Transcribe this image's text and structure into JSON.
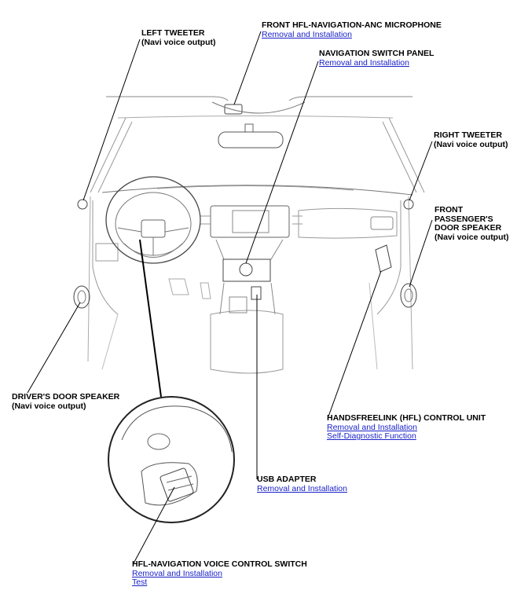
{
  "labels": {
    "left_tweeter": {
      "title": "LEFT TWEETER",
      "sub": "(Navi voice output)"
    },
    "microphone": {
      "title": "FRONT HFL-NAVIGATION-ANC MICROPHONE",
      "link1": "Removal and Installation"
    },
    "nav_switch": {
      "title": "NAVIGATION SWITCH PANEL",
      "link1": "Removal and Installation"
    },
    "right_tweeter": {
      "title": "RIGHT TWEETER",
      "sub": "(Navi voice output)"
    },
    "passenger_speaker": {
      "title1": "FRONT",
      "title2": "PASSENGER'S",
      "title3": "DOOR SPEAKER",
      "sub": "(Navi voice output)"
    },
    "driver_speaker": {
      "title": "DRIVER'S DOOR SPEAKER",
      "sub": "(Navi voice output)"
    },
    "hfl_unit": {
      "title": "HANDSFREELINK (HFL) CONTROL UNIT",
      "link1": "Removal and Installation",
      "link2": "Self-Diagnostic Function"
    },
    "usb": {
      "title": "USB ADAPTER",
      "link1": "Removal and Installation"
    },
    "voice_switch": {
      "title": "HFL-NAVIGATION VOICE CONTROL SWITCH",
      "link1": "Removal and Installation",
      "link2": "Test"
    }
  }
}
